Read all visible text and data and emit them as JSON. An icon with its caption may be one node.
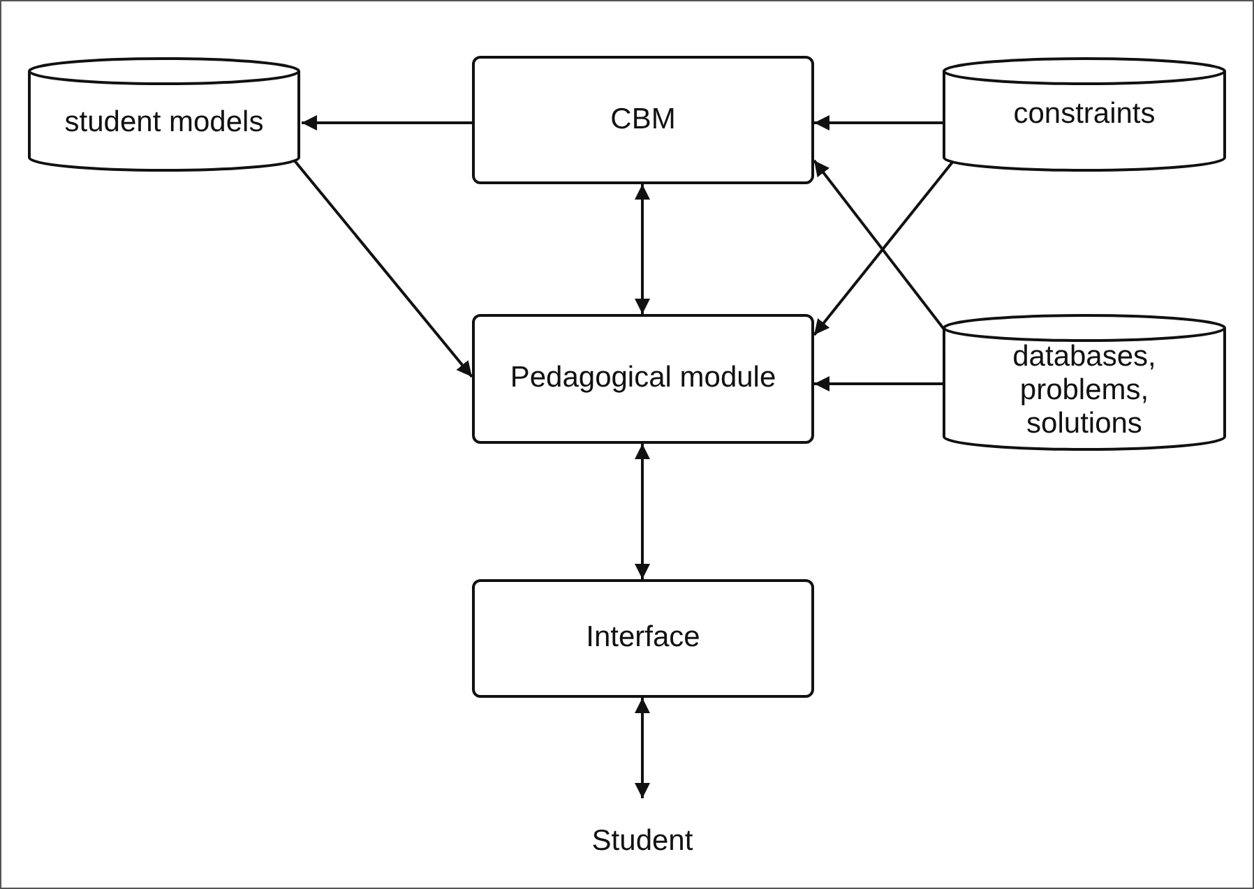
{
  "diagram": {
    "nodes": [
      {
        "text": [
          "student models"
        ]
      },
      {
        "text": [
          "CBM"
        ]
      },
      {
        "text": [
          "constraints"
        ]
      },
      {
        "text": [
          "Pedagogical module"
        ]
      },
      {
        "text": [
          "databases, problems, solutions"
        ]
      },
      {
        "text": [
          "Interface"
        ]
      },
      {
        "text": [
          "Student"
        ]
      }
    ],
    "edges": [
      {
        "from": 1,
        "to": 0,
        "arrow": "to"
      },
      {
        "from": 0,
        "to": 3,
        "arrow": "to"
      },
      {
        "from": 2,
        "to": 1,
        "arrow": "to"
      },
      {
        "from": 2,
        "to": 3,
        "arrow": "to"
      },
      {
        "from": 4,
        "to": 1,
        "arrow": "to"
      },
      {
        "from": 4,
        "to": 3,
        "arrow": "to"
      },
      {
        "from": 1,
        "to": 3,
        "arrow": "both"
      },
      {
        "from": 3,
        "to": 5,
        "arrow": "both"
      },
      {
        "from": 5,
        "to": 6,
        "arrow": "both"
      }
    ]
  }
}
